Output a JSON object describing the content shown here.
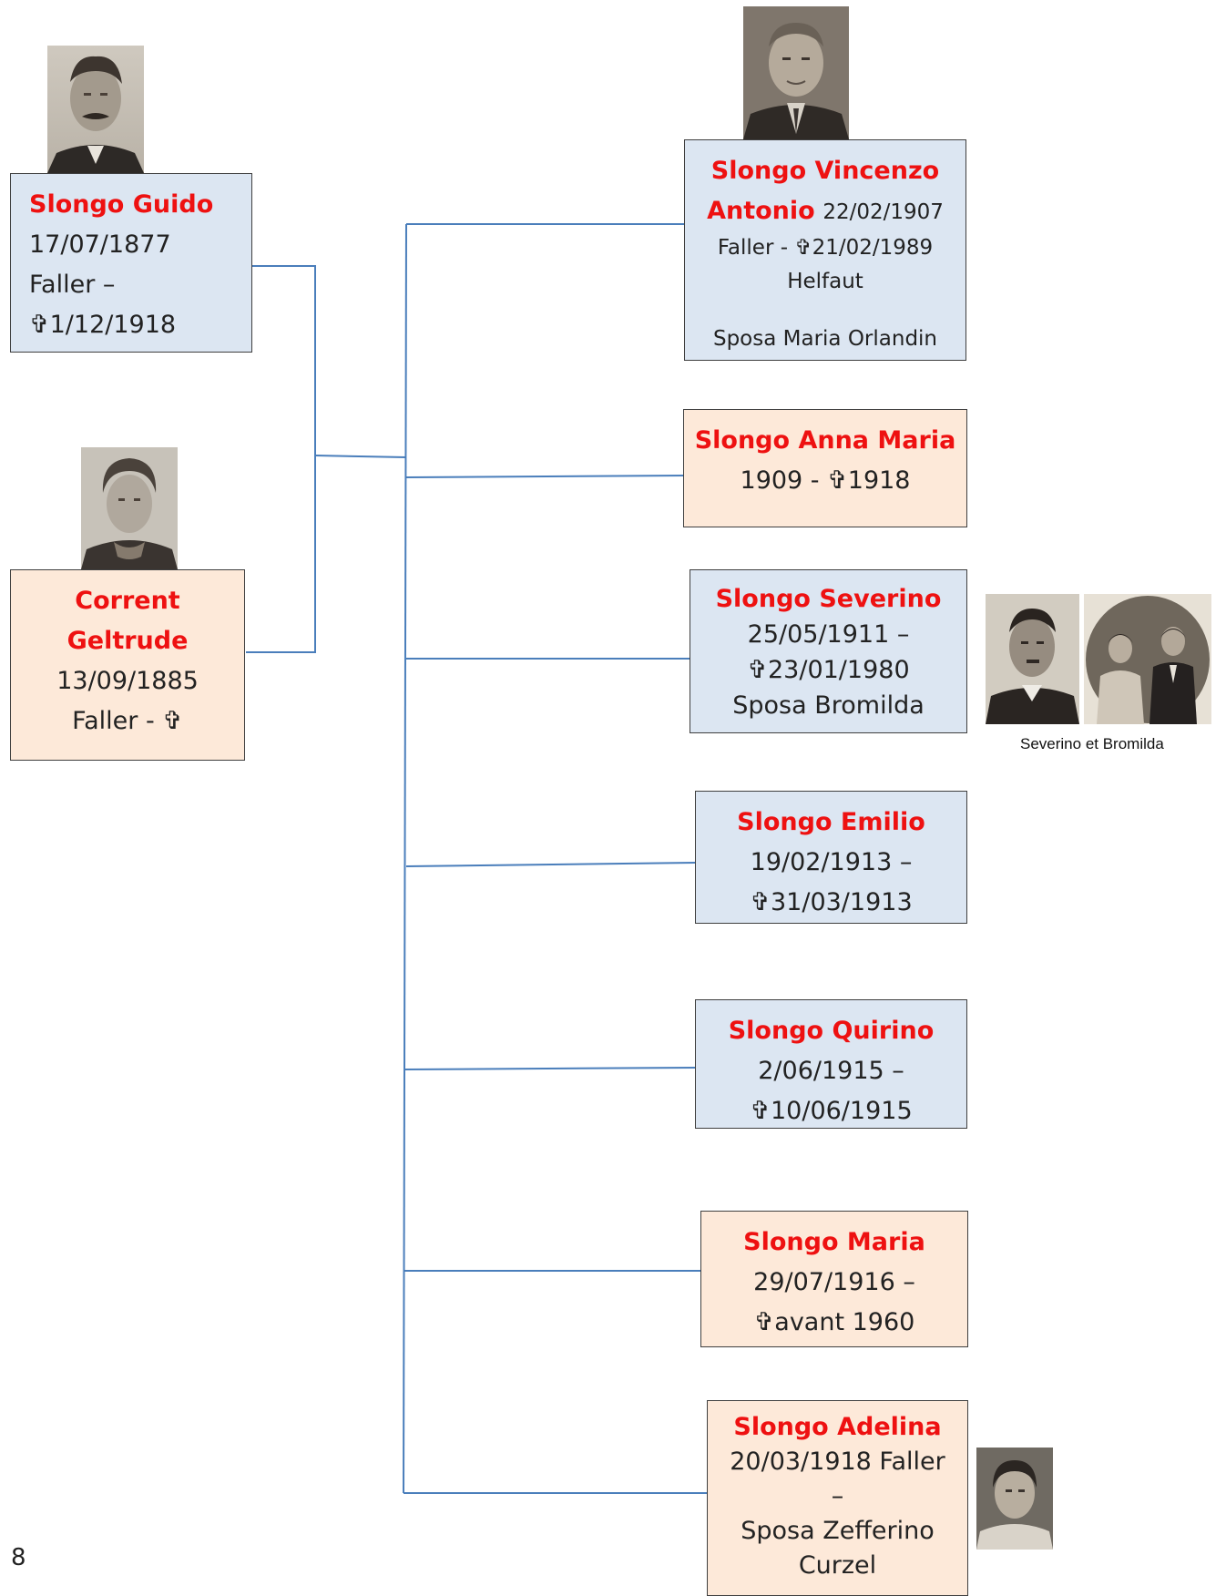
{
  "page_number": "8",
  "colors": {
    "male_box": "#dce6f2",
    "female_box": "#fde9d9",
    "name": "#ee1111",
    "connector": "#4a7ebb"
  },
  "parents": [
    {
      "id": "guido",
      "name": "Slongo Guido",
      "lines": [
        "17/07/1877",
        "Faller –",
        "✞1/12/1918"
      ]
    },
    {
      "id": "geltrude",
      "name_line1": "Corrent",
      "name_line2": "Geltrude",
      "lines": [
        "13/09/1885",
        "Faller - ✞"
      ]
    }
  ],
  "children": [
    {
      "id": "vincenzo",
      "name_line1": "Slongo Vincenzo",
      "name_line2": "Antonio",
      "date_inline": "22/02/1907",
      "lines": [
        "Faller - ✞21/02/1989",
        "Helfaut",
        "Sposa Maria Orlandin"
      ]
    },
    {
      "id": "anna-maria",
      "name": "Slongo Anna Maria",
      "lines": [
        "1909 - ✞1918"
      ]
    },
    {
      "id": "severino",
      "name": "Slongo Severino",
      "lines": [
        "25/05/1911 –",
        "✞23/01/1980",
        "Sposa Bromilda"
      ]
    },
    {
      "id": "emilio",
      "name": "Slongo Emilio",
      "lines": [
        "19/02/1913 –",
        "✞31/03/1913"
      ]
    },
    {
      "id": "quirino",
      "name": "Slongo Quirino",
      "lines": [
        "2/06/1915 –",
        "✞10/06/1915"
      ]
    },
    {
      "id": "maria",
      "name": "Slongo Maria",
      "lines": [
        "29/07/1916 –",
        "✞avant 1960"
      ]
    },
    {
      "id": "adelina",
      "name": "Slongo Adelina",
      "lines": [
        "20/03/1918 Faller",
        "–",
        "Sposa Zefferino",
        "Curzel"
      ]
    }
  ],
  "photo_caption": "Severino et Bromilda"
}
